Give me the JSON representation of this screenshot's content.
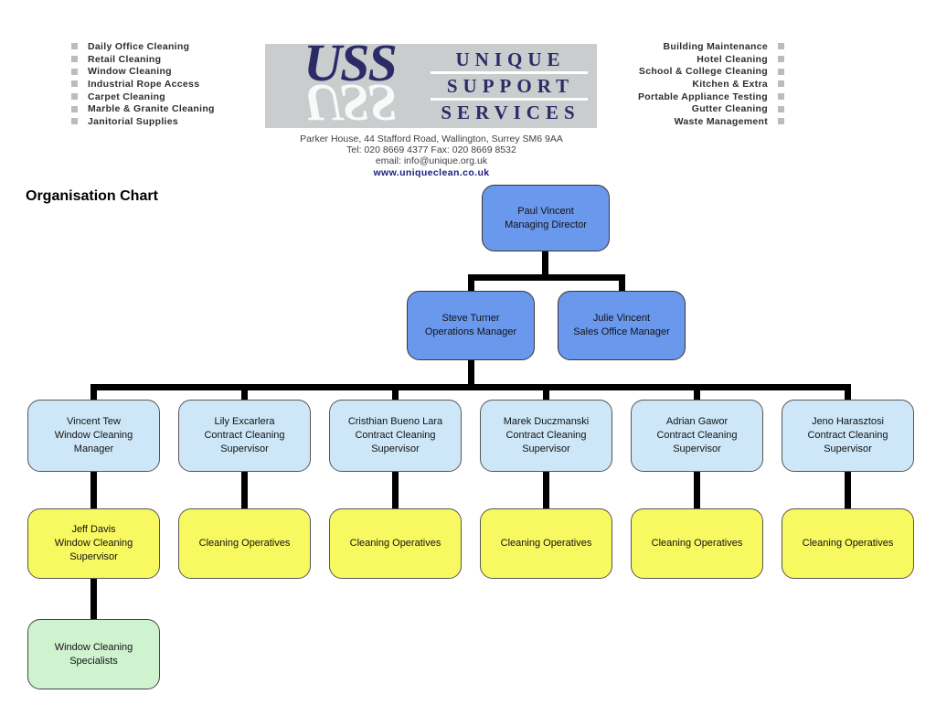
{
  "header": {
    "left_services": [
      "Daily Office Cleaning",
      "Retail Cleaning",
      "Window Cleaning",
      "Industrial Rope Access",
      "Carpet Cleaning",
      "Marble & Granite Cleaning",
      "Janitorial Supplies"
    ],
    "right_services": [
      "Building Maintenance",
      "Hotel Cleaning",
      "School & College Cleaning",
      "Kitchen & Extra",
      "Portable Appliance Testing",
      "Gutter Cleaning",
      "Waste Management"
    ],
    "logo": {
      "acronym": "USS",
      "name_line1": "UNIQUE",
      "name_line2": "SUPPORT",
      "name_line3": "SERVICES",
      "background": "#c9cdce",
      "text_color": "#2b2b68"
    },
    "address_line1": "Parker House, 44 Stafford Road, Wallington, Surrey SM6 9AA",
    "address_line2": "Tel: 020 8669 4377  Fax: 020 8669 8532",
    "address_line3": "email: info@unique.org.uk",
    "website": "www.uniqueclean.co.uk"
  },
  "title": "Organisation Chart",
  "org": {
    "level1": {
      "managing_director": "Paul Vincent\nManaging Director"
    },
    "level2": {
      "operations_manager": "Steve Turner\nOperations Manager",
      "sales_office_manager": "Julie Vincent\nSales Office Manager"
    },
    "level3": [
      "Vincent Tew\nWindow Cleaning\nManager",
      "Lily Excarlera\nContract Cleaning\nSupervisor",
      "Cristhian Bueno Lara\nContract Cleaning\nSupervisor",
      "Marek Duczmanski\nContract Cleaning\nSupervisor",
      "Adrian Gawor\nContract Cleaning\nSupervisor",
      "Jeno Harasztosi\nContract Cleaning\nSupervisor"
    ],
    "level4": [
      "Jeff Davis\nWindow Cleaning\nSupervisor",
      "Cleaning Operatives",
      "Cleaning Operatives",
      "Cleaning Operatives",
      "Cleaning Operatives",
      "Cleaning Operatives"
    ],
    "level5": {
      "specialists": "Window Cleaning\nSpecialists"
    },
    "colors": {
      "manager_fill": "#6a98ed",
      "supervisor_fill": "#cde7f8",
      "operatives_fill": "#f8f860",
      "specialists_fill": "#cff2cf",
      "connector": "#000000"
    }
  }
}
